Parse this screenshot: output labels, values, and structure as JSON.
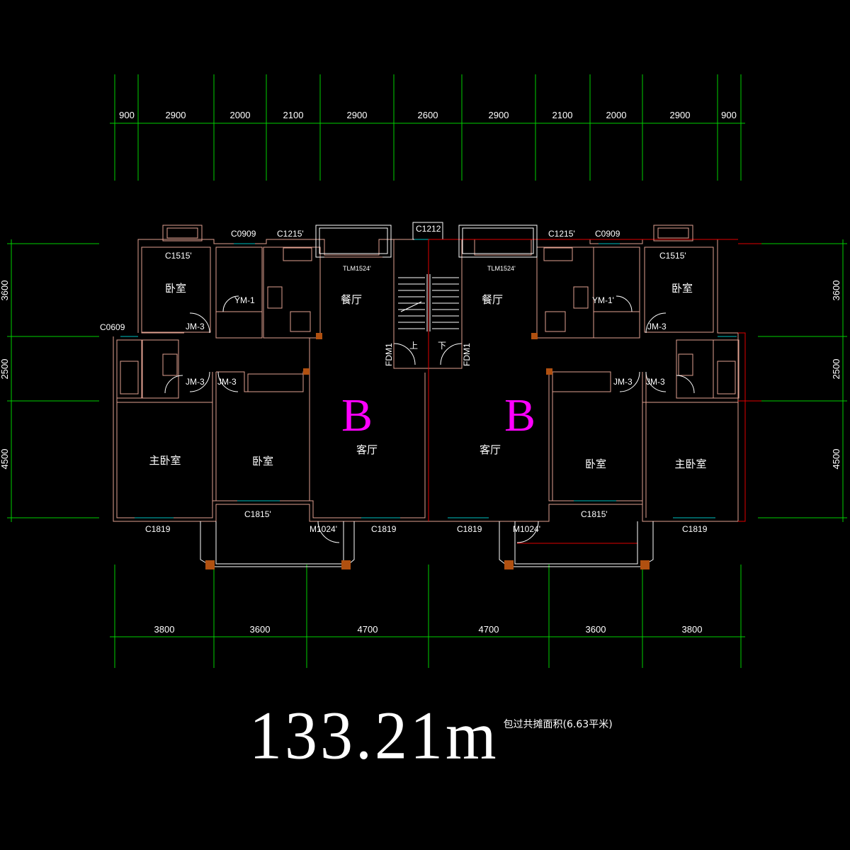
{
  "drawing": {
    "top_dimensions": [
      "900",
      "2900",
      "2000",
      "2100",
      "2900",
      "2600",
      "2900",
      "2100",
      "2000",
      "2900",
      "900"
    ],
    "bottom_dimensions": [
      "3800",
      "3600",
      "4700",
      "4700",
      "3600",
      "3800"
    ],
    "left_dimensions": [
      "3600",
      "2500",
      "4500"
    ],
    "right_dimensions": [
      "3600",
      "2500",
      "4500"
    ],
    "unit_label_left": "B",
    "unit_label_right": "B",
    "unit_label_color": "#ff00ff",
    "line_color": "#00d000",
    "wall_color": "#e0a090"
  },
  "rooms": {
    "bedroom_top_left": "卧室",
    "dining_left": "餐厅",
    "dining_right": "餐厅",
    "bedroom_top_right": "卧室",
    "master_left": "主卧室",
    "bedroom_mid_left": "卧室",
    "living_left": "客厅",
    "living_right": "客厅",
    "bedroom_mid_right": "卧室",
    "master_right": "主卧室"
  },
  "tags": {
    "c1515_l": "C1515'",
    "c0909_l": "C0909",
    "c1215_l": "C1215'",
    "c1212": "C1212",
    "c1215_r": "C1215'",
    "c0909_r": "C0909",
    "c1515_r": "C1515'",
    "tlm_l": "TLM1524'",
    "tlm_r": "TLM1524'",
    "c0609": "C0609",
    "ym1_l": "YM-1",
    "ym1_r": "YM-1'",
    "jm3_a": "JM-3",
    "jm3_b": "JM-3",
    "jm3_c": "JM-3",
    "jm3_d": "JM-3",
    "jm3_e": "JM-3",
    "jm3_f": "JM-3",
    "fdm_l": "FDM1",
    "fdm_r": "FDM1",
    "up": "上",
    "down": "下",
    "c1819_a": "C1819",
    "c1815_l": "C1815'",
    "m1024_l": "M1024'",
    "c1819_b": "C1819",
    "c1819_c": "C1819",
    "m1024_r": "M1024'",
    "c1815_r": "C1815'",
    "c1819_d": "C1819"
  },
  "area": {
    "value": "133.21m",
    "note": "包过共摊面积(6.63平米)"
  }
}
